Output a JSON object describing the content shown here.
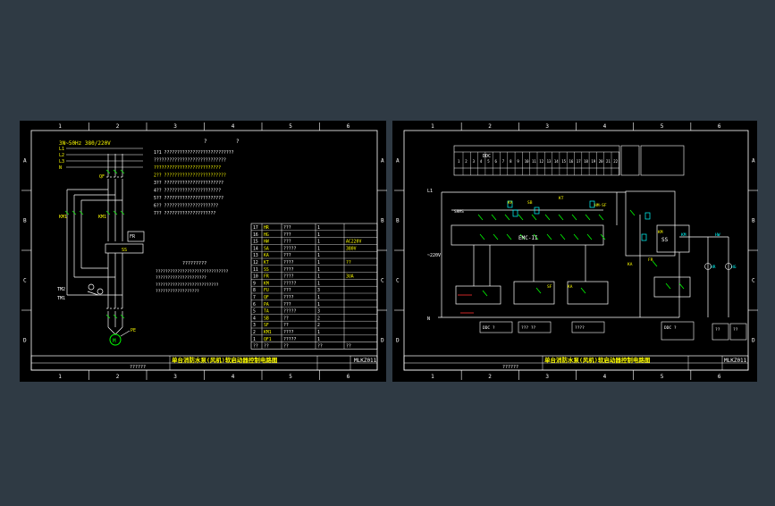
{
  "colors": {
    "background": "#2f3a44",
    "sheet": "#000000",
    "line": "#ffffff",
    "wire_yellow": "#ffff00",
    "wire_green": "#00ff00",
    "wire_cyan": "#00ffff",
    "wire_red": "#ff3030"
  },
  "ruler": {
    "cols": [
      "1",
      "2",
      "3",
      "4",
      "5",
      "6"
    ],
    "rows": [
      "A",
      "B",
      "C",
      "D"
    ]
  },
  "left": {
    "supply_label": "3N~50Hz 380/220V",
    "phases": [
      "L1",
      "L2",
      "L3",
      "N"
    ],
    "qf_label": "QF",
    "km_left": "KM1",
    "km_right": "KM1",
    "ss_label": "SS",
    "fr_label": "FR",
    "tm_labels": [
      "TM2",
      "TM1"
    ],
    "pe_label": "PE",
    "motor_label": "M",
    "notes": [
      "1?1 ???????????????????????????",
      "   ????????????????????????????",
      "   ??????????????????????????",
      "2?? ????????????????????????",
      "3?? ???????????????????????",
      "4?? ??????????????????????",
      "5?? ???????????????????????",
      "6?? ?????????????????????",
      "7?? ????????????????????"
    ],
    "question_marks": [
      "?",
      "?"
    ],
    "lower_note": "?????????",
    "table_rows": [
      [
        "17",
        "HR",
        "???",
        "1",
        ""
      ],
      [
        "16",
        "HG",
        "???",
        "1",
        ""
      ],
      [
        "15",
        "HW",
        "???",
        "1",
        "AC220V"
      ],
      [
        "14",
        "SA",
        "?????",
        "1",
        "380V"
      ],
      [
        "13",
        "KA",
        "???",
        "1",
        ""
      ],
      [
        "12",
        "KT",
        "????",
        "1",
        "??"
      ],
      [
        "11",
        "SS",
        "????",
        "1",
        ""
      ],
      [
        "10",
        "FR",
        "????",
        "1",
        "3UA"
      ],
      [
        "9",
        "KM",
        "?????",
        "1",
        ""
      ],
      [
        "8",
        "FU",
        "???",
        "3",
        ""
      ],
      [
        "7",
        "QF",
        "????",
        "1",
        ""
      ],
      [
        "6",
        "PA",
        "???",
        "1",
        ""
      ],
      [
        "5",
        "TA",
        "?????",
        "3",
        ""
      ],
      [
        "4",
        "SB",
        "??",
        "2",
        ""
      ],
      [
        "3",
        "SF",
        "??",
        "2",
        ""
      ],
      [
        "2",
        "KM1",
        "????",
        "1",
        ""
      ],
      [
        "1",
        "QF1",
        "?????",
        "1",
        ""
      ]
    ],
    "table_header": [
      "??",
      "??",
      "??",
      "??",
      "??"
    ],
    "title": "单台消防水泵(风机)软启动器控制电路图",
    "drawing_no": "MLKZ011",
    "left_footer": "??????"
  },
  "right": {
    "title": "单台消防水泵(风机)软启动器控制电路图",
    "drawing_no": "MLKZ011",
    "left_footer": "??????",
    "ddc_label": "DDC",
    "emc_label": "EMC-II",
    "ss_label": "SS",
    "voltage_label": "~220V",
    "l1_label": "L1",
    "n_label": "N",
    "srms_label": "SRMS",
    "bottom_boxes": [
      "DDC ?",
      "??? ??",
      "????",
      "DDC ?"
    ],
    "right_boxes": [
      "??",
      "??"
    ],
    "lamp_labels": [
      "HW",
      "HR",
      "HG"
    ]
  }
}
